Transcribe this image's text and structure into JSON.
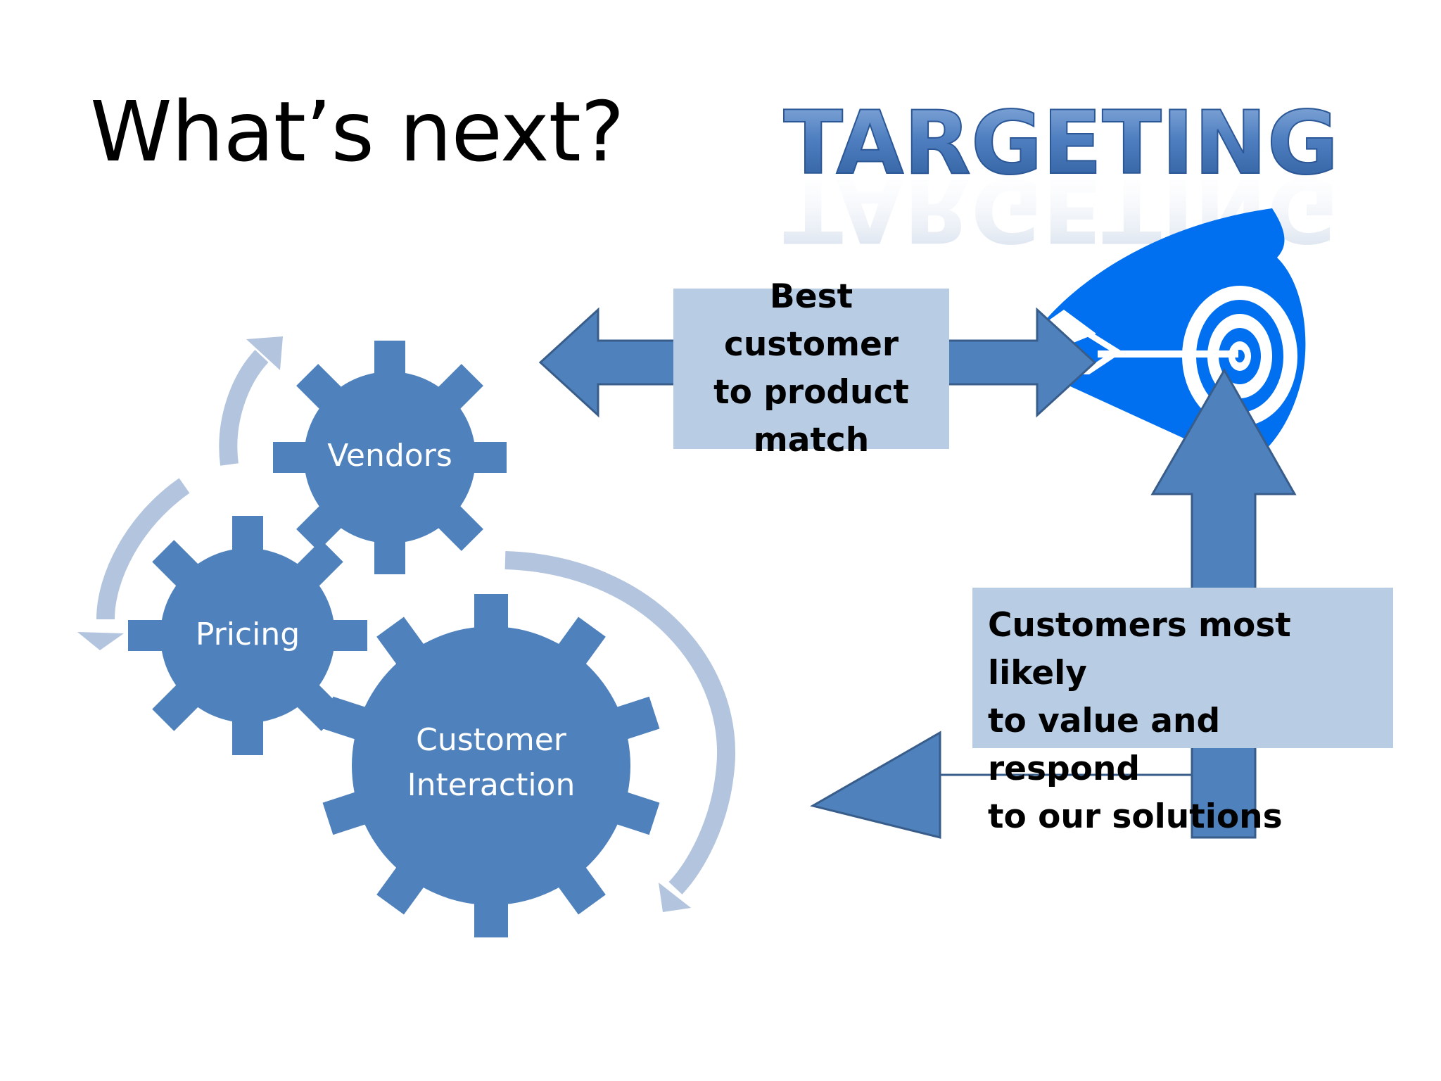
{
  "slide": {
    "title": "What’s next?",
    "logo_text": "TARGETING"
  },
  "gears": {
    "vendors": "Vendors",
    "pricing": "Pricing",
    "customer_interaction": [
      "Customer",
      "Interaction"
    ]
  },
  "boxes": {
    "best_match": [
      "Best customer",
      "to product",
      "match"
    ],
    "likely_customers": [
      "Customers most likely",
      "to value and respond",
      "to our solutions"
    ]
  },
  "colors": {
    "gear": "#4f81bd",
    "gear_text": "#ffffff",
    "cycle_arrow": "#b3c4de",
    "box_fill": "#b8cce4",
    "arrow_fill": "#4f81bd",
    "arrow_stroke": "#385d8a",
    "target_blue": "#0070f0",
    "logo_blue": "#3f6fb0"
  }
}
